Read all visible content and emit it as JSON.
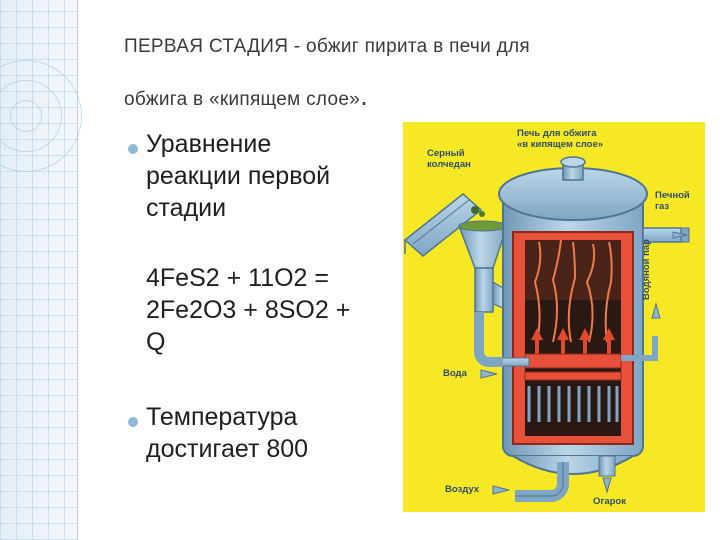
{
  "title": {
    "line1": "ПЕРВАЯ СТАДИЯ - обжиг пирита в печи для",
    "line2": "обжига в «кипящем слое»",
    "period": "."
  },
  "bullets": [
    {
      "lines": [
        "Уравнение",
        "реакции первой",
        "стадии"
      ]
    },
    {
      "equation_lines": [
        "4FeS2 + 11O2 =",
        "2Fe2O3 + 8SO2 +",
        "Q"
      ]
    },
    {
      "lines": [
        "Температура",
        "достигает 800"
      ]
    }
  ],
  "diagram": {
    "labels": {
      "furnace_line1": "Печь для обжига",
      "furnace_line2": "«в кипящем слое»",
      "pyrite_line1": "Серный",
      "pyrite_line2": "колчедан",
      "gas_line1": "Печной",
      "gas_line2": "газ",
      "steam": "Водяной пар",
      "water": "Вода",
      "air": "Воздух",
      "cinder": "Огарок"
    },
    "colors": {
      "background": "#f6e824",
      "metal": "#8fb4cf",
      "fire": "#e8503a",
      "arrow": "#8fb4cf",
      "flow_arrow": "#e24a2e"
    }
  }
}
